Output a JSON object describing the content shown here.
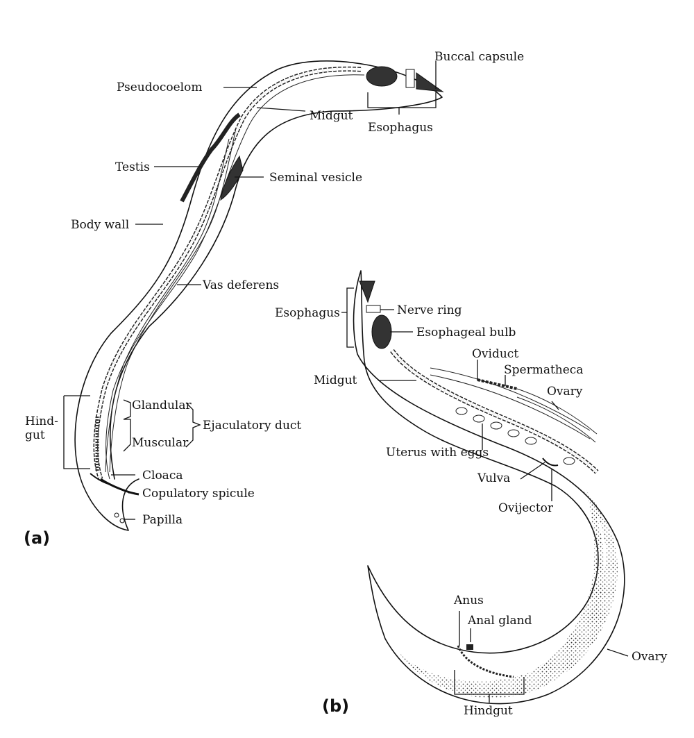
{
  "panels": {
    "a": "(a)",
    "b": "(b)"
  },
  "labels_a": {
    "buccal_capsule": "Buccal capsule",
    "pseudocoelom": "Pseudocoelom",
    "midgut": "Midgut",
    "esophagus": "Esophagus",
    "testis": "Testis",
    "seminal_vesicle": "Seminal vesicle",
    "body_wall": "Body wall",
    "vas_deferens": "Vas deferens",
    "hind": "Hind-",
    "gut": "gut",
    "glandular": "Glandular",
    "ejaculatory_duct": "Ejaculatory duct",
    "muscular": "Muscular",
    "cloaca": "Cloaca",
    "copulatory_spicule": "Copulatory spicule",
    "papilla": "Papilla"
  },
  "labels_b": {
    "esophagus": "Esophagus",
    "nerve_ring": "Nerve ring",
    "esophageal_bulb": "Esophageal bulb",
    "oviduct": "Oviduct",
    "spermatheca": "Spermatheca",
    "midgut": "Midgut",
    "ovary_top": "Ovary",
    "uterus_with_eggs": "Uterus with eggs",
    "vulva": "Vulva",
    "ovijector": "Ovijector",
    "anus": "Anus",
    "anal_gland": "Anal gland",
    "ovary_bottom": "Ovary",
    "hindgut": "Hindgut"
  }
}
